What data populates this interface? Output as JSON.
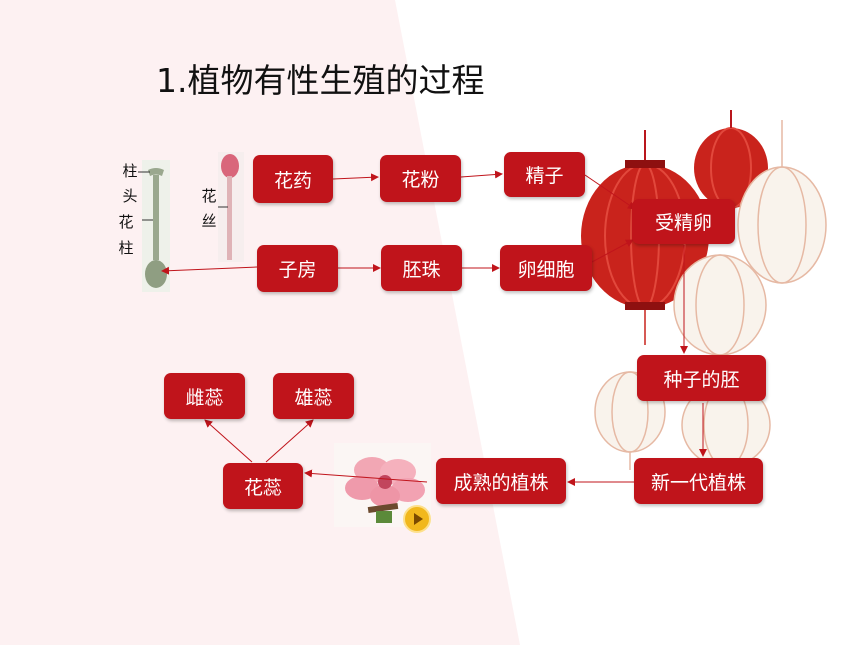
{
  "title": "1.植物有性生殖的过程",
  "boxes": {
    "huayao": "花药",
    "huafen": "花粉",
    "jingzi": "精子",
    "zifang": "子房",
    "peizhu": "胚珠",
    "luanxibao": "卵细胞",
    "shoujingluan": "受精卵",
    "zhongzidepei": "种子的胚",
    "xinyidaizhizhu": "新一代植株",
    "chengshudezhizhu": "成熟的植株",
    "huarui": "花蕊",
    "cirui": "雌蕊",
    "xiongrui": "雄蕊"
  },
  "labels": {
    "zhu": "柱",
    "tou": "头",
    "hua_left": "花",
    "zhu2": "柱",
    "hua_right": "花",
    "si": "丝"
  },
  "colors": {
    "box": "#c0141b",
    "arrow": "#c0141b",
    "pink": "#fdf1f2"
  },
  "icons": {
    "play": "play-icon"
  }
}
